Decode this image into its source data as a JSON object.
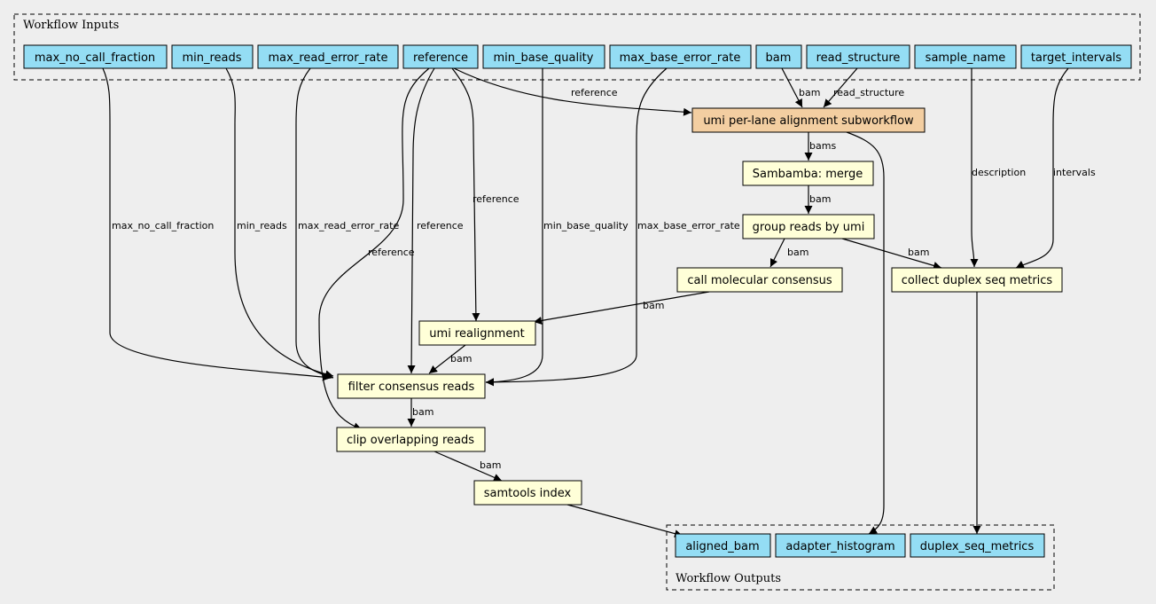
{
  "clusters": {
    "inputs_label": "Workflow Inputs",
    "outputs_label": "Workflow Outputs"
  },
  "colors": {
    "background": "#eeeeee",
    "io_node": "#94ddf4",
    "step_node": "#ffffd8",
    "subworkflow_node": "#f3cea1"
  },
  "nodes": {
    "max_no_call_fraction": "max_no_call_fraction",
    "min_reads": "min_reads",
    "max_read_error_rate": "max_read_error_rate",
    "reference": "reference",
    "min_base_quality": "min_base_quality",
    "max_base_error_rate": "max_base_error_rate",
    "bam": "bam",
    "read_structure": "read_structure",
    "sample_name": "sample_name",
    "target_intervals": "target_intervals",
    "umi_subworkflow": "umi per-lane alignment subworkflow",
    "sambamba_merge": "Sambamba: merge",
    "group_reads": "group reads by umi",
    "call_consensus": "call molecular consensus",
    "collect_duplex": "collect duplex seq metrics",
    "umi_realignment": "umi realignment",
    "filter_consensus": "filter consensus reads",
    "clip_overlapping": "clip overlapping reads",
    "samtools_index": "samtools index",
    "aligned_bam": "aligned_bam",
    "adapter_histogram": "adapter_histogram",
    "duplex_seq_metrics": "duplex_seq_metrics"
  },
  "edge_labels": {
    "max_no_call_fraction": "max_no_call_fraction",
    "min_reads": "min_reads",
    "max_read_error_rate": "max_read_error_rate",
    "reference_filter": "reference",
    "reference_clip": "reference",
    "reference_sub": "reference",
    "reference_realign": "reference",
    "min_base_quality": "min_base_quality",
    "max_base_error_rate": "max_base_error_rate",
    "bam_sub": "bam",
    "read_structure_sub": "read_structure",
    "bams": "bams",
    "merge_group": "bam",
    "group_call": "bam",
    "group_collect": "bam",
    "call_realign": "bam",
    "realign_filter": "bam",
    "filter_clip": "bam",
    "clip_index": "bam",
    "description": "description",
    "intervals": "intervals"
  }
}
